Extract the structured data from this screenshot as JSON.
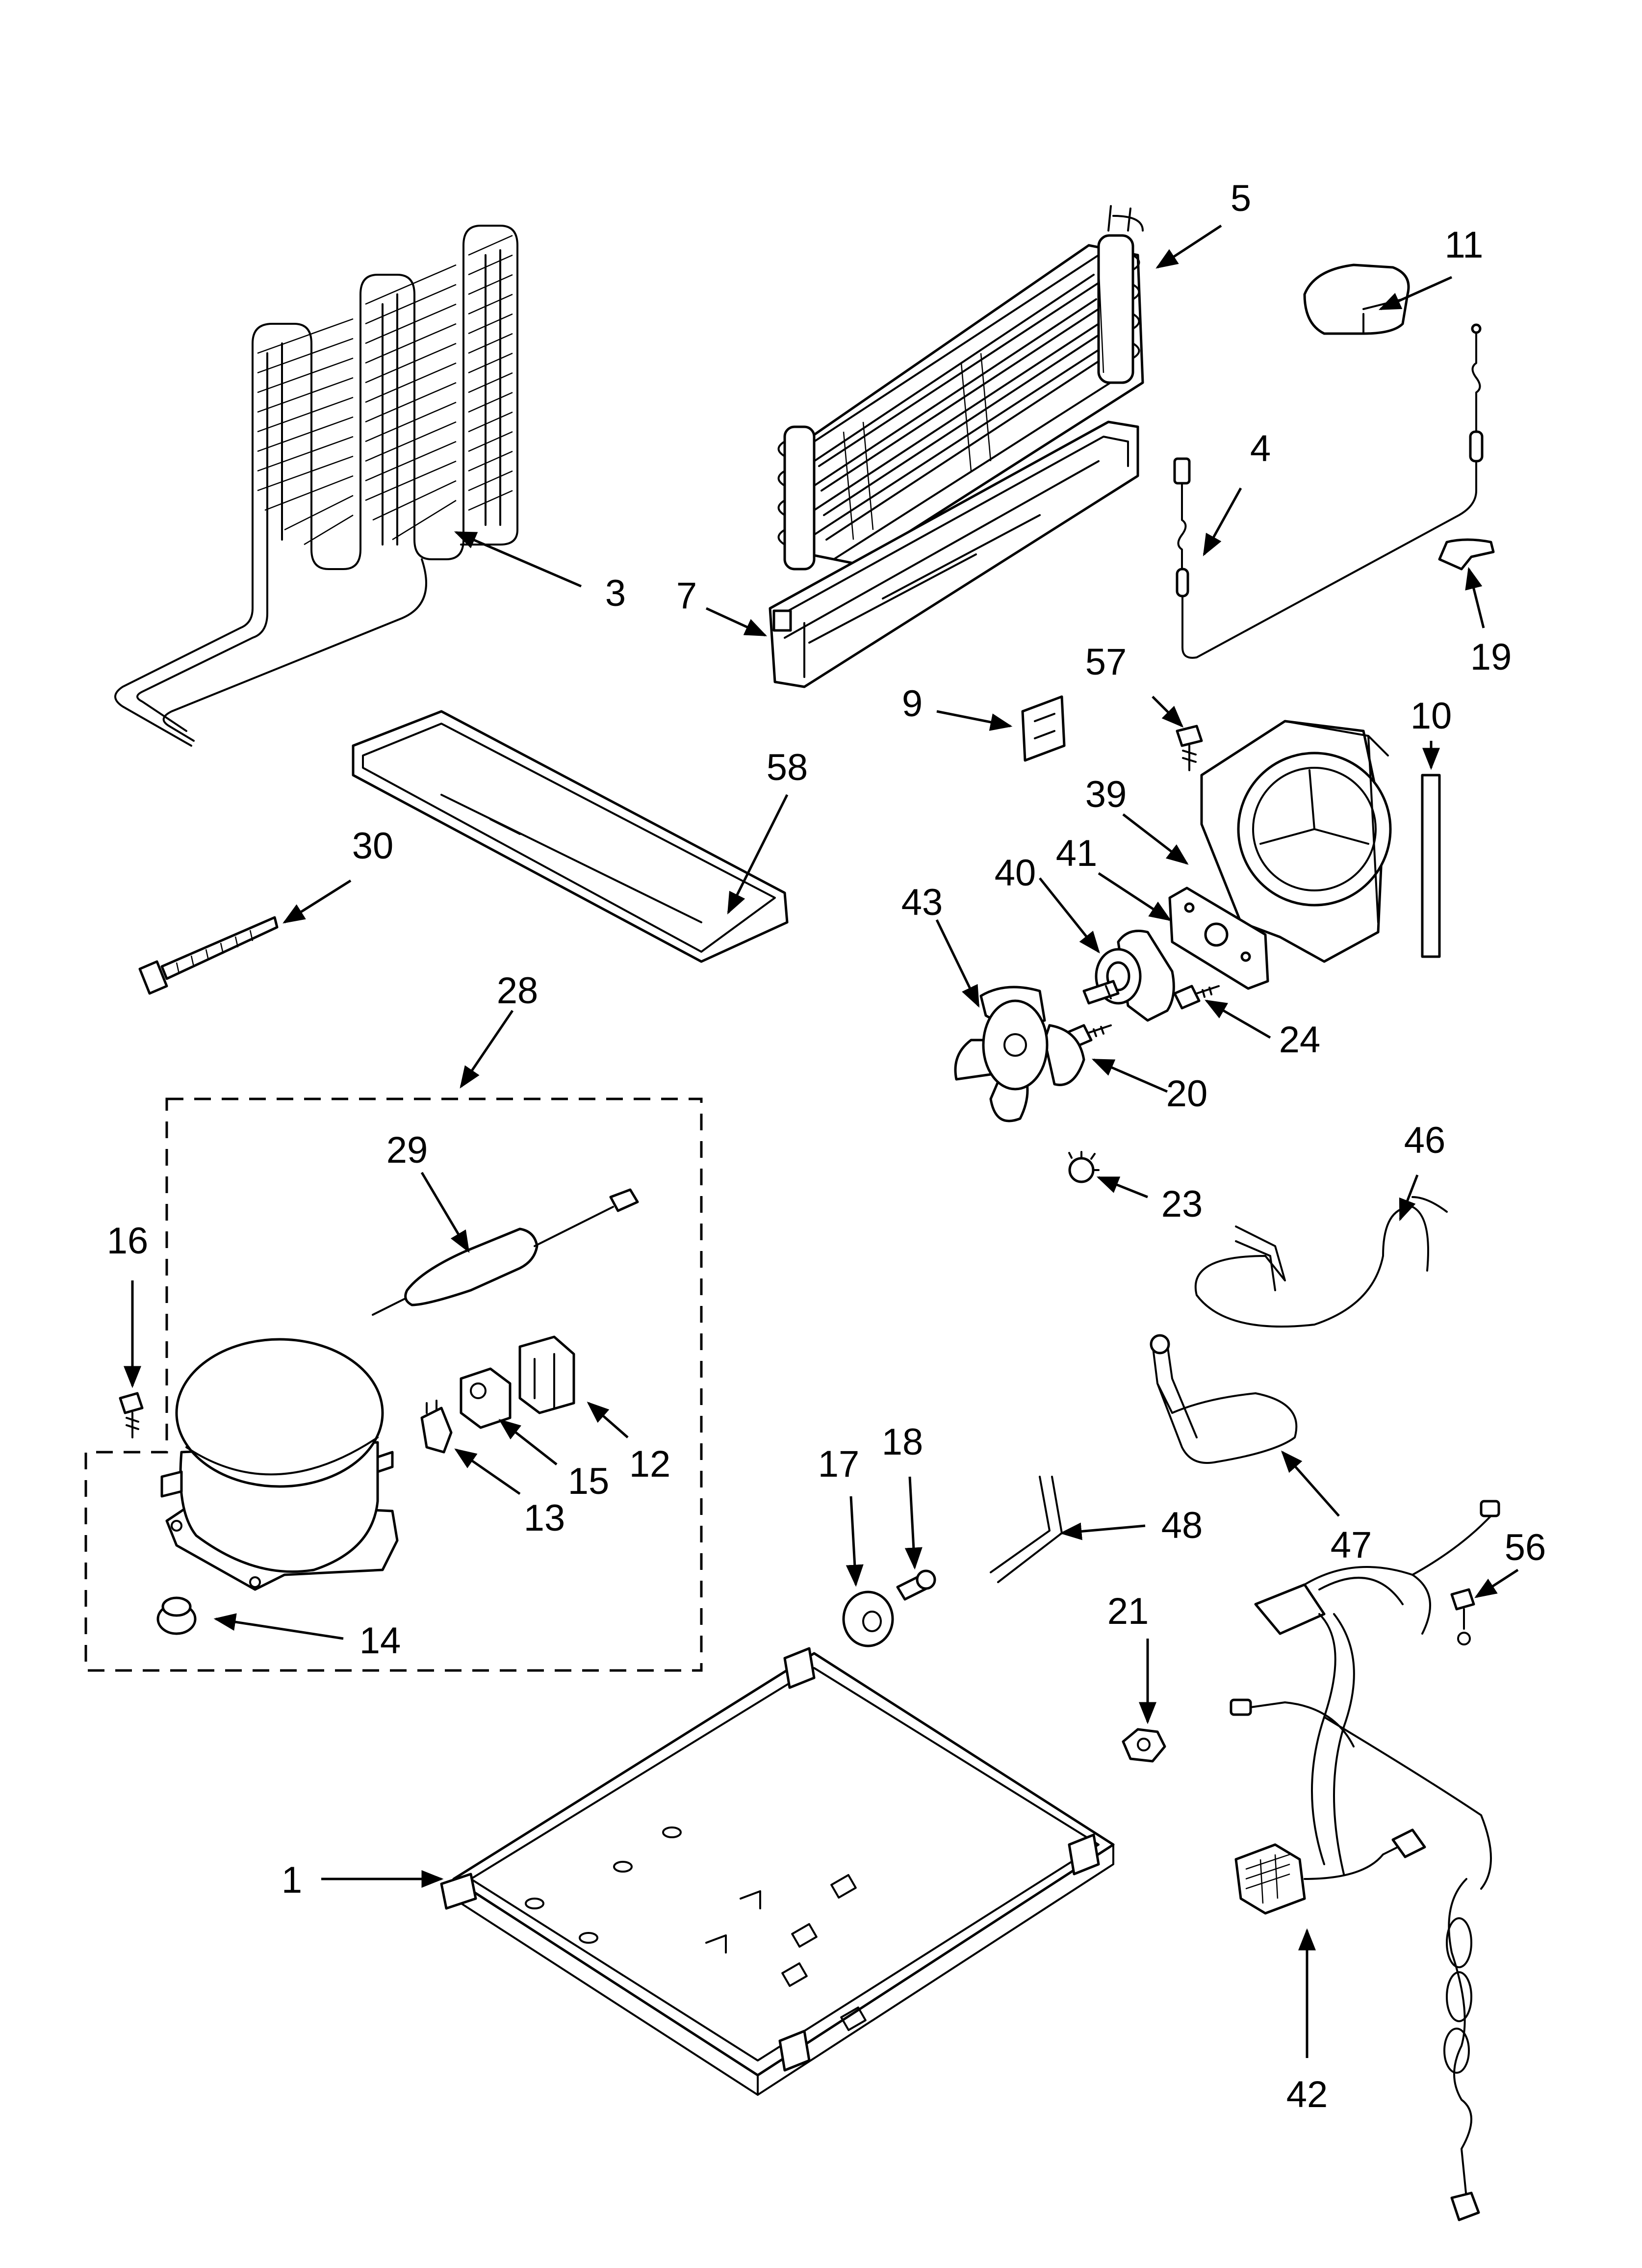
{
  "diagram": {
    "type": "exploded parts diagram",
    "line_color": "#000000",
    "background": "#ffffff",
    "callouts": [
      {
        "id": "c1",
        "label": "1"
      },
      {
        "id": "c3",
        "label": "3"
      },
      {
        "id": "c4",
        "label": "4"
      },
      {
        "id": "c5",
        "label": "5"
      },
      {
        "id": "c7",
        "label": "7"
      },
      {
        "id": "c9",
        "label": "9"
      },
      {
        "id": "c10",
        "label": "10"
      },
      {
        "id": "c11",
        "label": "11"
      },
      {
        "id": "c12",
        "label": "12"
      },
      {
        "id": "c13",
        "label": "13"
      },
      {
        "id": "c14",
        "label": "14"
      },
      {
        "id": "c15",
        "label": "15"
      },
      {
        "id": "c16",
        "label": "16"
      },
      {
        "id": "c17",
        "label": "17"
      },
      {
        "id": "c18",
        "label": "18"
      },
      {
        "id": "c19",
        "label": "19"
      },
      {
        "id": "c20",
        "label": "20"
      },
      {
        "id": "c21",
        "label": "21"
      },
      {
        "id": "c23",
        "label": "23"
      },
      {
        "id": "c24",
        "label": "24"
      },
      {
        "id": "c28",
        "label": "28"
      },
      {
        "id": "c29",
        "label": "29"
      },
      {
        "id": "c30",
        "label": "30"
      },
      {
        "id": "c39",
        "label": "39"
      },
      {
        "id": "c40",
        "label": "40"
      },
      {
        "id": "c41",
        "label": "41"
      },
      {
        "id": "c42",
        "label": "42"
      },
      {
        "id": "c43",
        "label": "43"
      },
      {
        "id": "c46",
        "label": "46"
      },
      {
        "id": "c47",
        "label": "47"
      },
      {
        "id": "c48",
        "label": "48"
      },
      {
        "id": "c56",
        "label": "56"
      },
      {
        "id": "c57",
        "label": "57"
      },
      {
        "id": "c58",
        "label": "58"
      }
    ]
  }
}
